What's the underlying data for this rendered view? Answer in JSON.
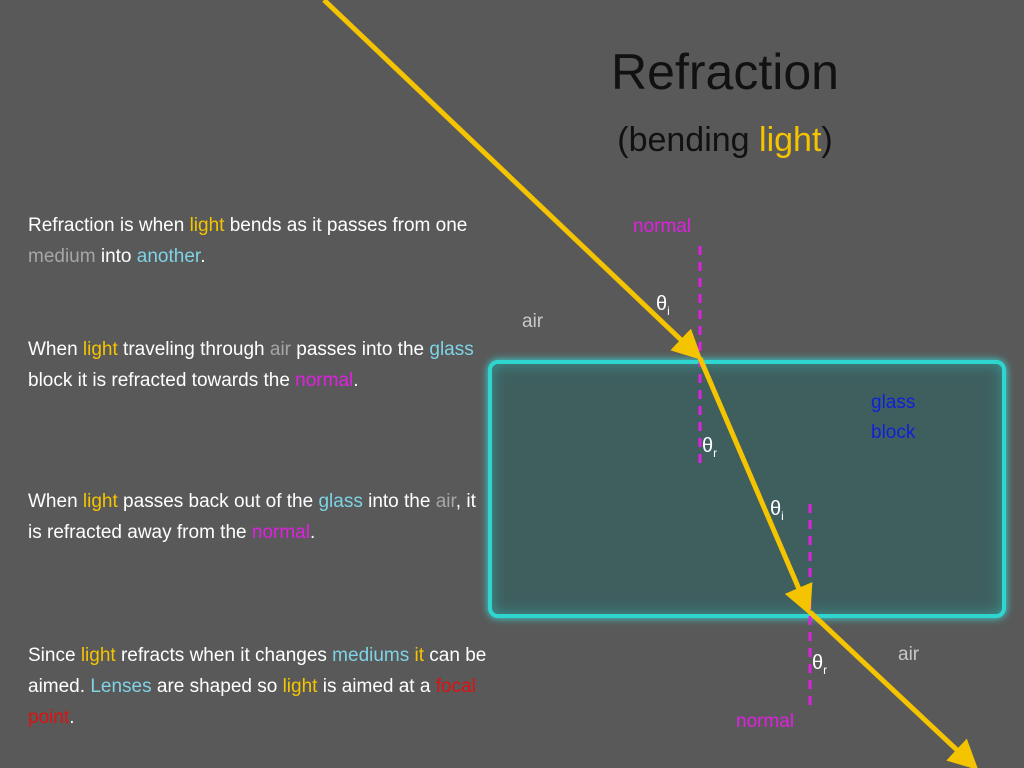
{
  "title": "Refraction",
  "subtitle": {
    "pre": "(bending ",
    "highlight": "light",
    "post": ")"
  },
  "paragraphs": {
    "p1": [
      "Refraction is when ",
      "light",
      " bends as it passes from one ",
      "medium",
      " into ",
      "another",
      "."
    ],
    "p2": [
      "When ",
      "light",
      " traveling through ",
      "air",
      " passes into the ",
      "glass",
      " block it is refracted towards the ",
      "normal",
      "."
    ],
    "p3": [
      "When ",
      "light",
      " passes back out of the ",
      "glass",
      " into the ",
      "air",
      ", it is refracted away from the ",
      "normal",
      "."
    ],
    "p4": [
      "Since ",
      "light",
      " refracts when it changes ",
      "mediums",
      " it",
      " can be aimed.  ",
      "Lenses",
      " are shaped so ",
      "light",
      " is aimed at a ",
      "focal point",
      "."
    ]
  },
  "diagram": {
    "normal_top": "normal",
    "normal_bottom": "normal",
    "air_top": "air",
    "air_bottom": "air",
    "glass_line1": "glass",
    "glass_line2": "block",
    "theta_symbol": "θ",
    "sub_incident": "i",
    "sub_refracted": "r"
  },
  "colors": {
    "background": "#595959",
    "ray": "#f5c400",
    "normal_line": "#e020e0",
    "glass_edge": "#2fd6d0",
    "glass_label": "#1020d8"
  }
}
